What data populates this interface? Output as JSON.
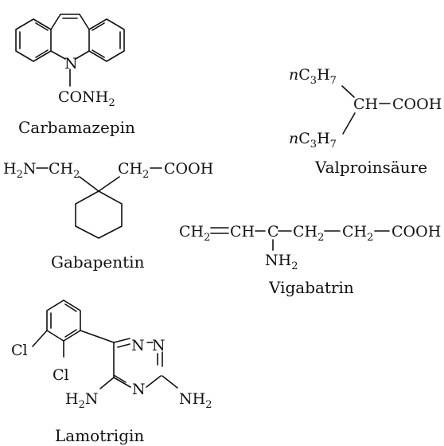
{
  "molecules": {
    "carbamazepin": {
      "name": "Carbamazepin",
      "n_atom": "N",
      "group": {
        "main": "CONH",
        "sub": "2"
      }
    },
    "valproinsaeure": {
      "name": "Valproinsäure",
      "chain_top": {
        "prefix": "n",
        "c": "C",
        "c_sub": "3",
        "h": "H",
        "h_sub": "7"
      },
      "chain_bottom": {
        "prefix": "n",
        "c": "C",
        "c_sub": "3",
        "h": "H",
        "h_sub": "7"
      },
      "center": "CH",
      "acid": "COOH"
    },
    "gabapentin": {
      "name": "Gabapentin",
      "amine": {
        "h": "H",
        "h_sub": "2",
        "n": "N"
      },
      "ch2_left": {
        "main": "CH",
        "sub": "2"
      },
      "ch2_right": {
        "main": "CH",
        "sub": "2"
      },
      "acid": "COOH"
    },
    "vigabatrin": {
      "name": "Vigabatrin",
      "vinyl": {
        "main": "CH",
        "sub": "2"
      },
      "ch": "CH",
      "c": "C",
      "ch2_a": {
        "main": "CH",
        "sub": "2"
      },
      "ch2_b": {
        "main": "CH",
        "sub": "2"
      },
      "acid": "COOH",
      "amine": {
        "main": "NH",
        "sub": "2"
      }
    },
    "lamotrigin": {
      "name": "Lamotrigin",
      "cl_1": "Cl",
      "cl_2": "Cl",
      "n_1": "N",
      "n_2": "N",
      "n_3": "N",
      "amine_left": {
        "h": "H",
        "h_sub": "2",
        "n": "N"
      },
      "amine_right": {
        "main": "NH",
        "sub": "2"
      }
    }
  }
}
